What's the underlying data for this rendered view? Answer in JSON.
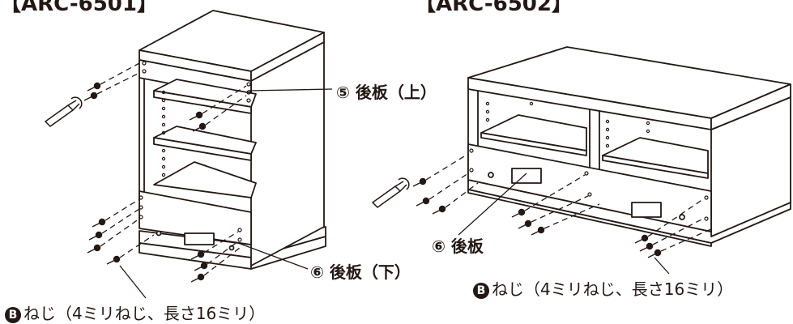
{
  "models": {
    "left": "【ARC-6501】",
    "right": "【ARC-6502】"
  },
  "labels": {
    "left_upper_back": "⑤ 後板（上）",
    "left_lower_back": "⑥ 後板（下）",
    "right_back": "⑥ 後板"
  },
  "screws": {
    "mark": "B",
    "left_note": "ねじ（4ミリねじ、長さ16ミリ）",
    "right_note": "ねじ（4ミリねじ、長さ16ミリ）"
  },
  "colors": {
    "line": "#231815",
    "fill": "#ffffff"
  }
}
